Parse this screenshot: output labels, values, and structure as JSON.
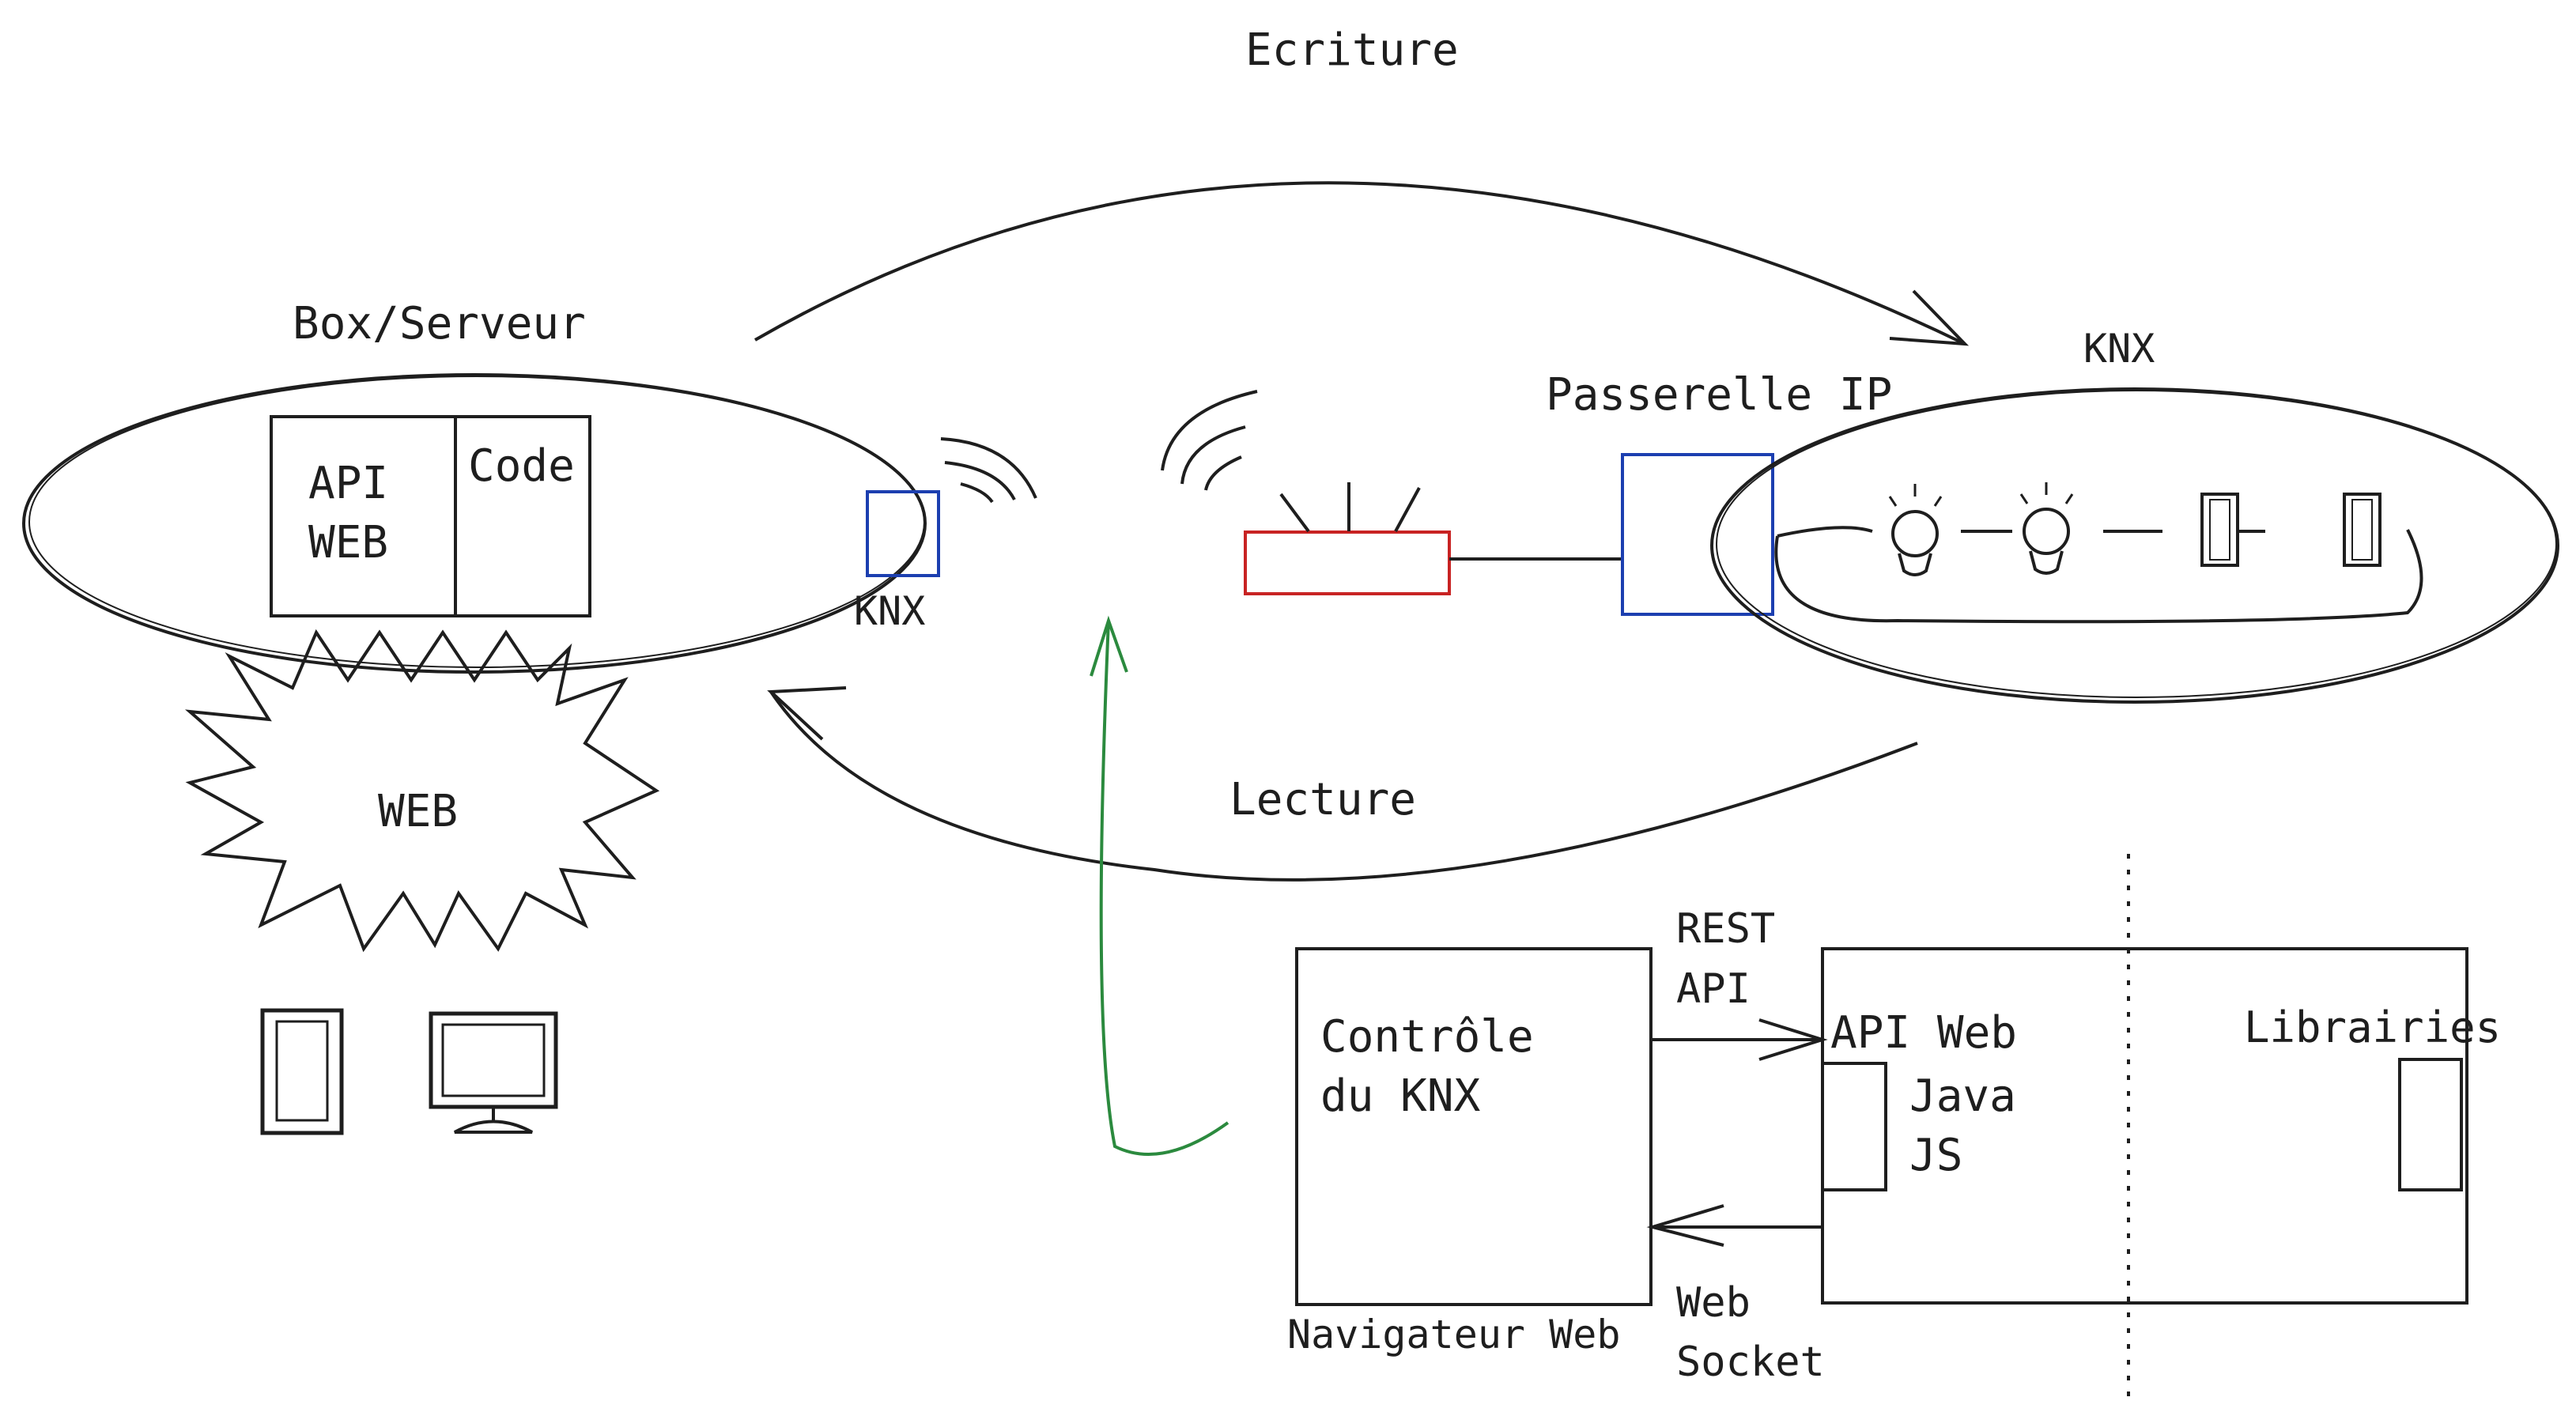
{
  "labels": {
    "box_title": "Box/Serveur",
    "api_line1": "API",
    "api_line2": "WEB",
    "code": "Code",
    "knx_box": "KNX",
    "web_cloud": "WEB",
    "ecriture": "Ecriture",
    "lecture": "Lecture",
    "passerelle": "Passerelle IP",
    "knx_title": "KNX",
    "rest_line1": "REST",
    "rest_line2": "API",
    "controle_line1": "Contrôle",
    "controle_line2": "du KNX",
    "navigateur": "Navigateur Web",
    "api_web": "API Web",
    "java": "Java",
    "js": "JS",
    "librairies": "Librairies",
    "websocket_line1": "Web",
    "websocket_line2": "Socket"
  },
  "colors": {
    "ink": "#1e1e1e",
    "knx_blue": "#1c3fb0",
    "router_red": "#c82323",
    "green_arrow": "#2b8a3e"
  }
}
